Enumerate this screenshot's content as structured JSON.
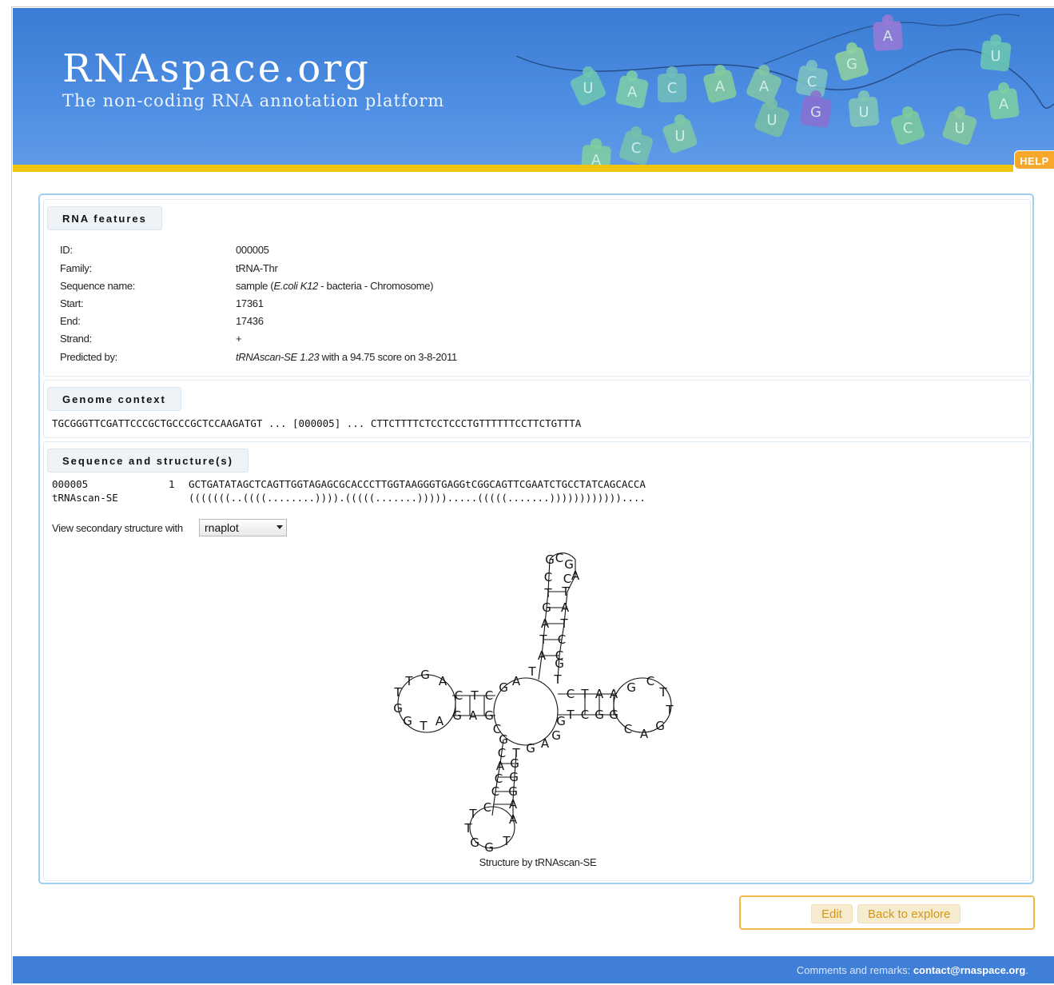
{
  "header": {
    "title": "RNAspace.org",
    "subtitle": "The non-coding RNA annotation platform",
    "help_label": "HELP",
    "puzzle_letters": [
      "U",
      "A",
      "C",
      "A",
      "A",
      "C",
      "A",
      "G",
      "U",
      "G",
      "U",
      "C",
      "U",
      "U",
      "A",
      "U",
      "C",
      "A"
    ]
  },
  "rna_features": {
    "tab_label": "RNA features",
    "rows": [
      {
        "label": "ID:",
        "value": "000005"
      },
      {
        "label": "Family:",
        "value": "tRNA-Thr"
      },
      {
        "label": "Sequence name:",
        "value_prefix": "sample (",
        "value_italic": "E.coli K12",
        "value_suffix": " - bacteria - Chromosome)"
      },
      {
        "label": "Start:",
        "value": "17361"
      },
      {
        "label": "End:",
        "value": "17436"
      },
      {
        "label": "Strand:",
        "value": "+"
      },
      {
        "label": "Predicted by:",
        "value_italic": "tRNAscan-SE 1.23",
        "value_suffix": " with a 94.75 score on 3-8-2011"
      }
    ]
  },
  "genome_context": {
    "tab_label": "Genome context",
    "line": "TGCGGGTTCGATTCCCGCTGCCCGCTCCAAGATGT ... [000005] ... CTTCTTTTCTCCTCCCTGTTTTTTCCTTCTGTTTA"
  },
  "sequence_structure": {
    "tab_label": "Sequence and structure(s)",
    "seq_id": "000005",
    "seq_start": "1",
    "sequence": "GCTGATATAGCTCAGTTGGTAGAGCGCACCCTTGGTAAGGGTGAGGtCGGCAGTTCGAATCTGCCTATCAGCACCA",
    "tool": "tRNAscan-SE",
    "structure": "(((((((..((((........)))).(((((.......))))).....(((((.......))))))))))))....",
    "view_label": "View secondary structure with",
    "selected_viewer": "rnaplot",
    "caption": "Structure by tRNAscan-SE"
  },
  "actions": {
    "edit_label": "Edit",
    "back_label": "Back to explore"
  },
  "footer": {
    "remark_label": "Comments and remarks:",
    "email": "contact@rnaspace.org",
    "trailing": "."
  },
  "colors": {
    "header_blue": "#4a8ae0",
    "stripe_yellow": "#f1c40f",
    "help_orange": "#f7a82a",
    "panel_border": "#9fd0f0",
    "button_text": "#d49713"
  }
}
